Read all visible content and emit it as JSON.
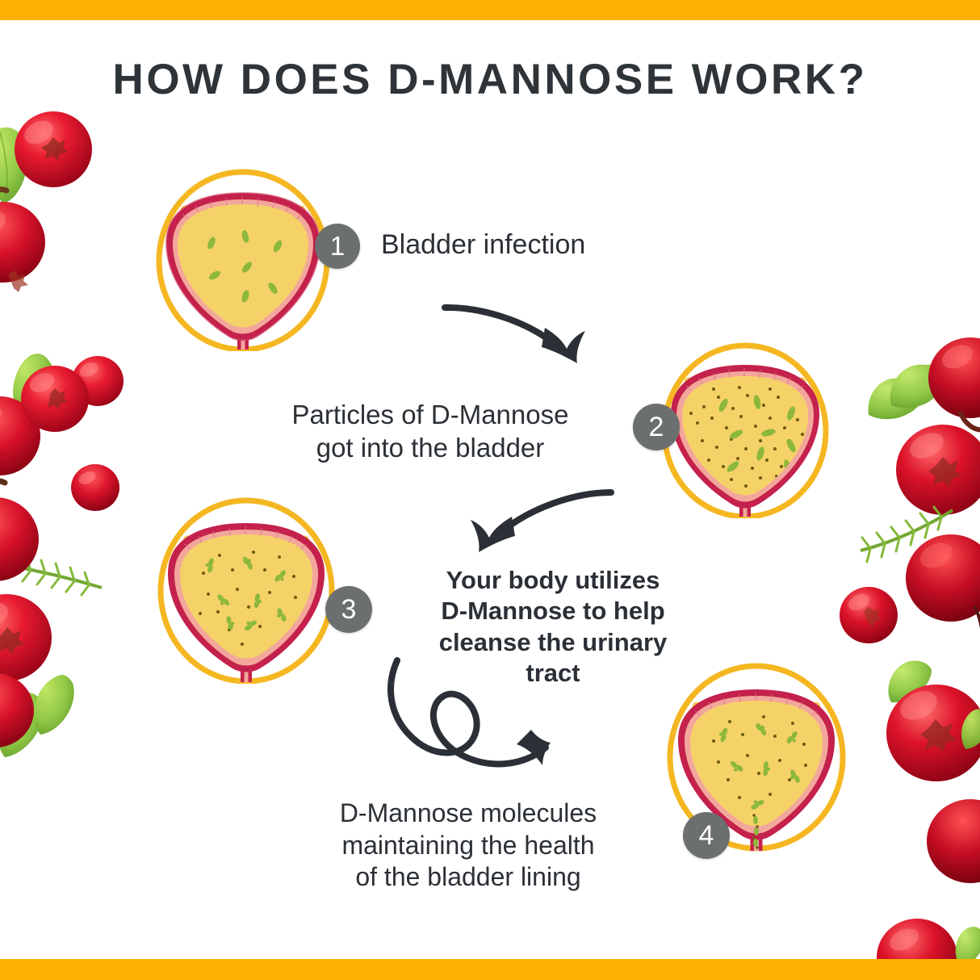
{
  "meta": {
    "heading": "HOW DOES D-MANNOSE WORK?",
    "accent_gold": "#FCB001",
    "text_dark": "#2B3036",
    "badge_gray": "#6C6F70",
    "bladder_wall": "#C4214C",
    "bladder_lining": "#F3A79C",
    "bladder_lumen": "#F5D267",
    "bacteria_green": "#8CB83C",
    "berry_red": "#D8132B",
    "leaf_green": "#8CC63F"
  },
  "steps": [
    {
      "number": "1",
      "label": "Bladder infection",
      "figure": "bladder-with-bacteria",
      "bacteria_count": 6,
      "mannose_dots": 0
    },
    {
      "number": "2",
      "label": "Particles of D-Mannose\ngot into the bladder",
      "figure": "bladder-with-bacteria-and-mannose",
      "bacteria_count": 9,
      "mannose_dots": 38
    },
    {
      "number": "3",
      "label": "Your body utilizes\nD-Mannose to help\ncleanse the urinary\ntract",
      "figure": "bladder-bacteria-breaking-down",
      "bacteria_count": 8,
      "mannose_dots": 18
    },
    {
      "number": "4",
      "label": "D-Mannose molecules\nmaintaining the health\nof the bladder lining",
      "figure": "bladder-flushing-out",
      "bacteria_count": 7,
      "mannose_dots": 16
    }
  ],
  "arrows": [
    {
      "name": "arrow-step1-to-step2",
      "direction": "curve-right-down"
    },
    {
      "name": "arrow-step2-to-step3",
      "direction": "curve-left-down"
    },
    {
      "name": "arrow-step3-to-step4",
      "direction": "loop-right-up"
    }
  ],
  "decorations": {
    "left": "cranberries-and-leaves",
    "right": "cranberries-leaves-and-sprig"
  }
}
